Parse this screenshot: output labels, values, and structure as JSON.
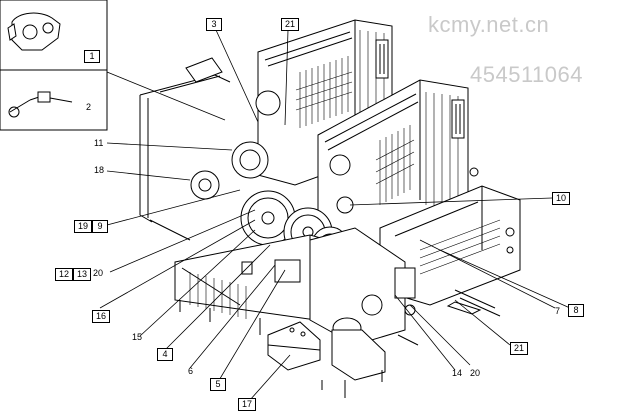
{
  "watermark": {
    "site": "kcmy.net.cn",
    "number": "454511064"
  },
  "callouts": {
    "c1": "1",
    "c2": "2",
    "c3": "3",
    "c21a": "21",
    "c11": "11",
    "c18": "18",
    "c19": "19",
    "c9": "9",
    "c10": "10",
    "c12": "12",
    "c13": "13",
    "c20a": "20",
    "c16": "16",
    "c15": "15",
    "c4": "4",
    "c6": "6",
    "c5": "5",
    "c17": "17",
    "c14": "14",
    "c20b": "20",
    "c21b": "21",
    "c7": "7",
    "c8": "8"
  },
  "colors": {
    "ink": "#000000",
    "watermark": "#c9c9c9",
    "paper": "#ffffff"
  }
}
